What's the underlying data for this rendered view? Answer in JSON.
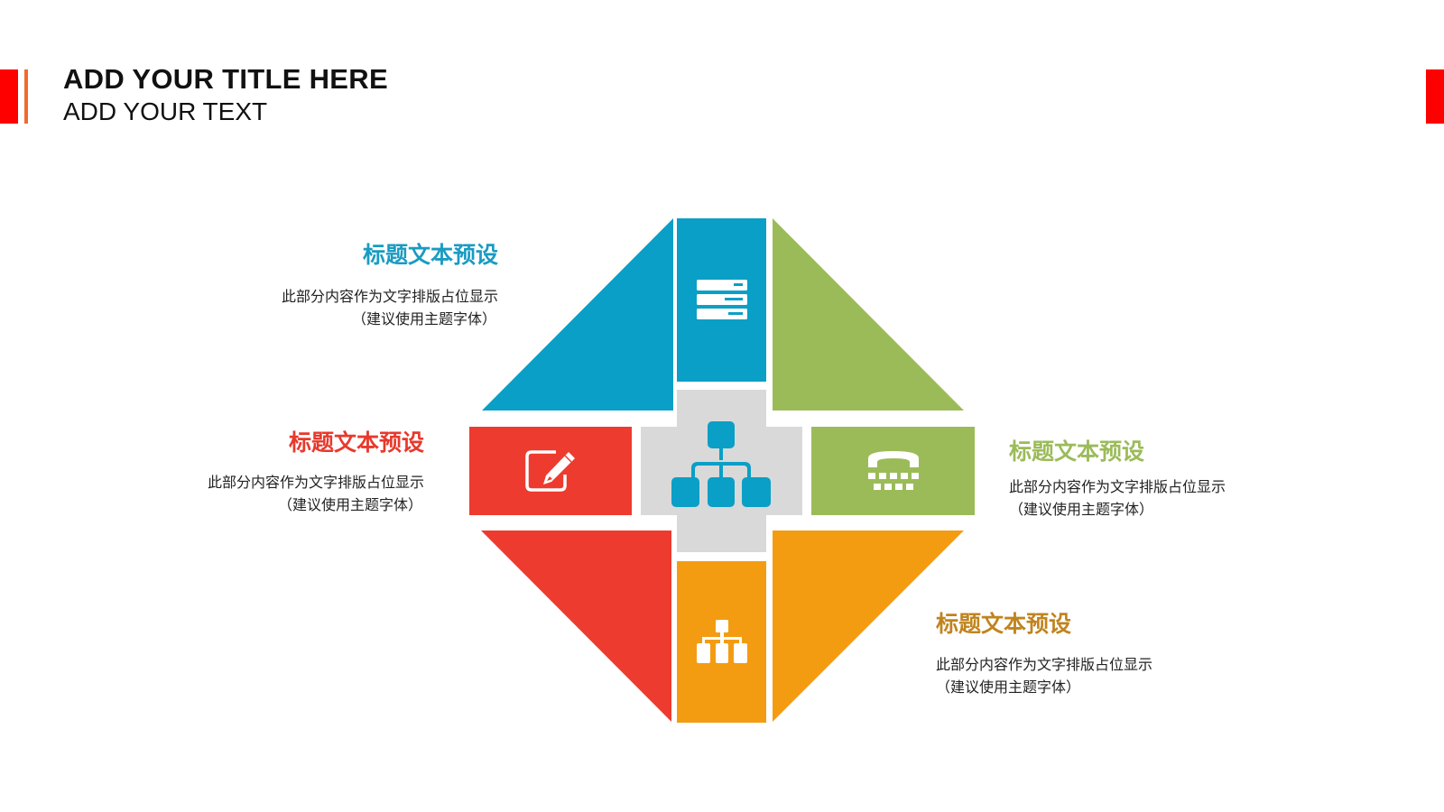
{
  "header": {
    "title": "ADD YOUR TITLE HERE",
    "subtitle": "ADD YOUR TEXT",
    "accent_colors": {
      "bar": "#ff0000",
      "line": "#f26a2e"
    }
  },
  "diagram": {
    "center": {
      "icon": "sitemap-icon",
      "fill": "#d9d9d9",
      "icon_color": "#0a9fc6"
    },
    "segments": [
      {
        "id": "top",
        "color": "#0a9fc6",
        "icon": "server-icon"
      },
      {
        "id": "left",
        "color": "#ee3b2f",
        "icon": "edit-icon"
      },
      {
        "id": "right",
        "color": "#9bbb59",
        "icon": "tty-phone-icon"
      },
      {
        "id": "bottom",
        "color": "#f39c12",
        "icon": "sitemap-icon"
      }
    ],
    "triangles": [
      {
        "id": "top-left",
        "color": "#0a9fc6"
      },
      {
        "id": "top-right",
        "color": "#9bbb59"
      },
      {
        "id": "bottom-left",
        "color": "#ee3b2f"
      },
      {
        "id": "bottom-right",
        "color": "#f39c12"
      }
    ]
  },
  "labels": {
    "top_left": {
      "title": "标题文本预设",
      "title_color": "#1a9bc2",
      "line1": "此部分内容作为文字排版占位显示",
      "line2": "（建议使用主题字体）"
    },
    "left": {
      "title": "标题文本预设",
      "title_color": "#e8392c",
      "line1": "此部分内容作为文字排版占位显示",
      "line2": "（建议使用主题字体）"
    },
    "right": {
      "title": "标题文本预设",
      "title_color": "#9bbb59",
      "line1": "此部分内容作为文字排版占位显示",
      "line2": "（建议使用主题字体）"
    },
    "bottom_right": {
      "title": "标题文本预设",
      "title_color": "#c0841e",
      "line1": "此部分内容作为文字排版占位显示",
      "line2": "（建议使用主题字体）"
    }
  }
}
